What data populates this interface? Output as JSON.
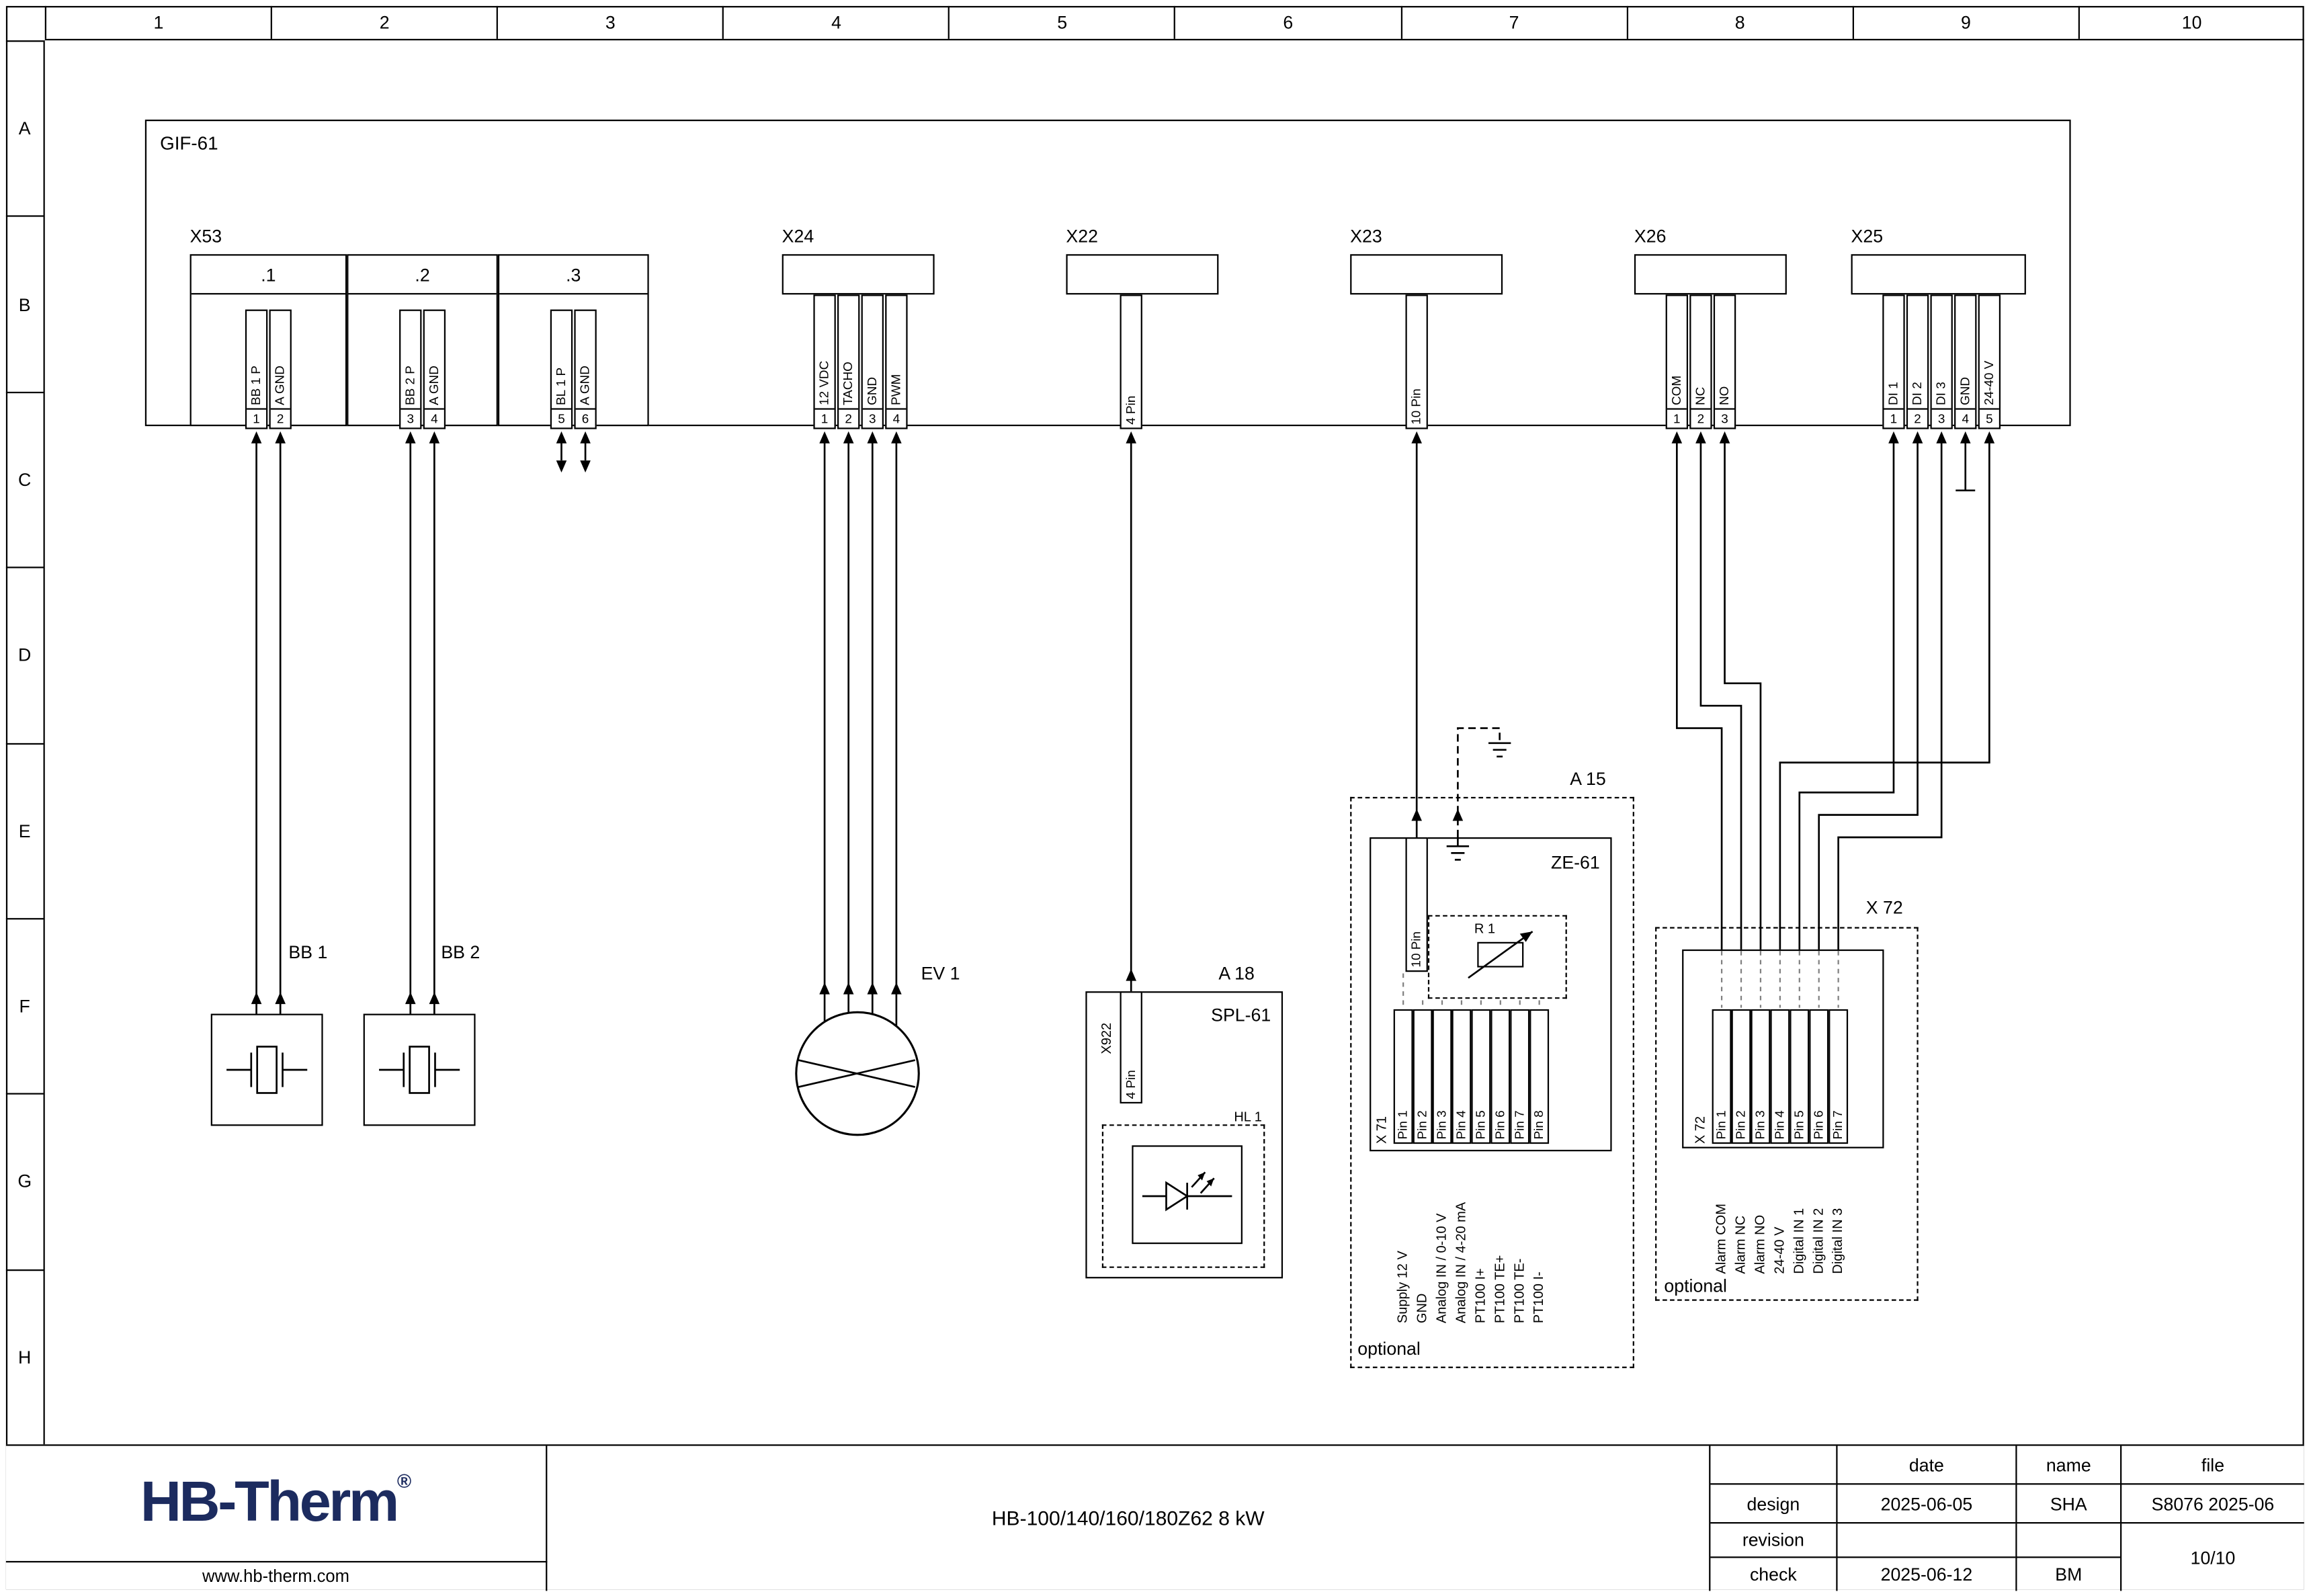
{
  "grid": {
    "cols": [
      "1",
      "2",
      "3",
      "4",
      "5",
      "6",
      "7",
      "8",
      "9",
      "10"
    ],
    "rows": [
      "A",
      "B",
      "C",
      "D",
      "E",
      "F",
      "G",
      "H"
    ]
  },
  "board": {
    "label": "GIF-61"
  },
  "x53": {
    "label": "X53",
    "blocks": [
      {
        "label": ".1",
        "pins": [
          {
            "n": "1",
            "name": "BB 1 P"
          },
          {
            "n": "2",
            "name": "A GND"
          }
        ]
      },
      {
        "label": ".2",
        "pins": [
          {
            "n": "3",
            "name": "BB 2 P"
          },
          {
            "n": "4",
            "name": "A GND"
          }
        ]
      },
      {
        "label": ".3",
        "pins": [
          {
            "n": "5",
            "name": "BL 1 P"
          },
          {
            "n": "6",
            "name": "A GND"
          }
        ]
      }
    ]
  },
  "x24": {
    "label": "X24",
    "pins": [
      {
        "n": "1",
        "name": "12 VDC"
      },
      {
        "n": "2",
        "name": "TACHO"
      },
      {
        "n": "3",
        "name": "GND"
      },
      {
        "n": "4",
        "name": "PWM"
      }
    ]
  },
  "x22": {
    "label": "X22",
    "pin": "4 Pin"
  },
  "x23": {
    "label": "X23",
    "pin": "10 Pin"
  },
  "x26": {
    "label": "X26",
    "pins": [
      {
        "n": "1",
        "name": "COM"
      },
      {
        "n": "2",
        "name": "NC"
      },
      {
        "n": "3",
        "name": "NO"
      }
    ]
  },
  "x25": {
    "label": "X25",
    "pins": [
      {
        "n": "1",
        "name": "DI 1"
      },
      {
        "n": "2",
        "name": "DI 2"
      },
      {
        "n": "3",
        "name": "DI 3"
      },
      {
        "n": "4",
        "name": "GND"
      },
      {
        "n": "5",
        "name": "24-40 V"
      }
    ]
  },
  "bb1": {
    "label": "BB 1"
  },
  "bb2": {
    "label": "BB 2"
  },
  "ev1": {
    "label": "EV 1"
  },
  "a18": {
    "ref": "A 18",
    "name": "SPL-61",
    "conn": "X922",
    "pin": "4 Pin",
    "lamp": "HL 1"
  },
  "a15": {
    "ref": "A 15",
    "name": "ZE-61",
    "pin": "10 Pin",
    "resistor": "R 1",
    "conn": "X 71",
    "optional": "optional",
    "pins": [
      "Pin 1",
      "Pin 2",
      "Pin 3",
      "Pin 4",
      "Pin 5",
      "Pin 6",
      "Pin 7",
      "Pin 8"
    ],
    "signals": [
      "Supply 12 V",
      "GND",
      "Analog IN / 0-10 V",
      "Analog IN / 4-20 mA",
      "PT100 I+",
      "PT100 TE+",
      "PT100 TE-",
      "PT100 I-"
    ]
  },
  "x72": {
    "label": "X 72",
    "optional": "optional",
    "pins": [
      "Pin 1",
      "Pin 2",
      "Pin 3",
      "Pin 4",
      "Pin 5",
      "Pin 6",
      "Pin 7"
    ],
    "signals": [
      "Alarm COM",
      "Alarm NC",
      "Alarm NO",
      "24-40 V",
      "Digital IN 1",
      "Digital IN 2",
      "Digital IN 3"
    ]
  },
  "titleblock": {
    "logo": "HB-Therm",
    "reg": "®",
    "website": "www.hb-therm.com",
    "title": "HB-100/140/160/180Z62 8 kW",
    "col_date": "date",
    "col_name": "name",
    "col_file": "file",
    "design_label": "design",
    "design_date": "2025-06-05",
    "design_name": "SHA",
    "design_file": "S8076 2025-06",
    "revision_label": "revision",
    "check_label": "check",
    "check_date": "2025-06-12",
    "check_name": "BM",
    "page": "10/10"
  }
}
